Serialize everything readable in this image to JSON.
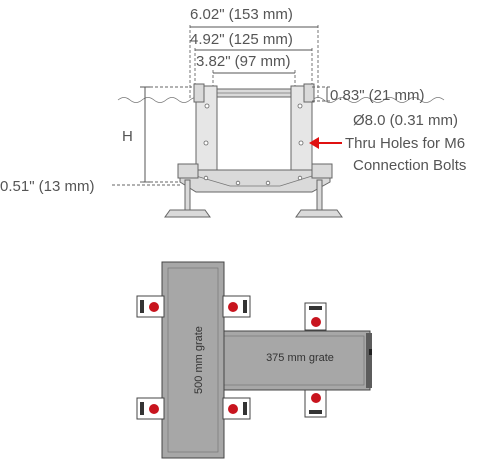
{
  "side_view": {
    "dim_outer": "6.02\" (153 mm)",
    "dim_middle": "4.92\" (125 mm)",
    "dim_inner": "3.82\" (97 mm)",
    "dim_top_offset": "0.83\" (21 mm)",
    "dim_bottom_offset": "0.51\" (13 mm)",
    "height_label": "H",
    "hole_diameter": "Ø8.0 (0.31 mm)",
    "hole_note_line1": "Thru Holes for M6",
    "hole_note_line2": "Connection Bolts"
  },
  "top_view": {
    "grate_500_label": "500 mm grate",
    "grate_375_label": "375 mm grate"
  },
  "colors": {
    "arrow": "#e01010",
    "grate_fill": "#a7a7a7",
    "clip_red": "#c8141e"
  }
}
